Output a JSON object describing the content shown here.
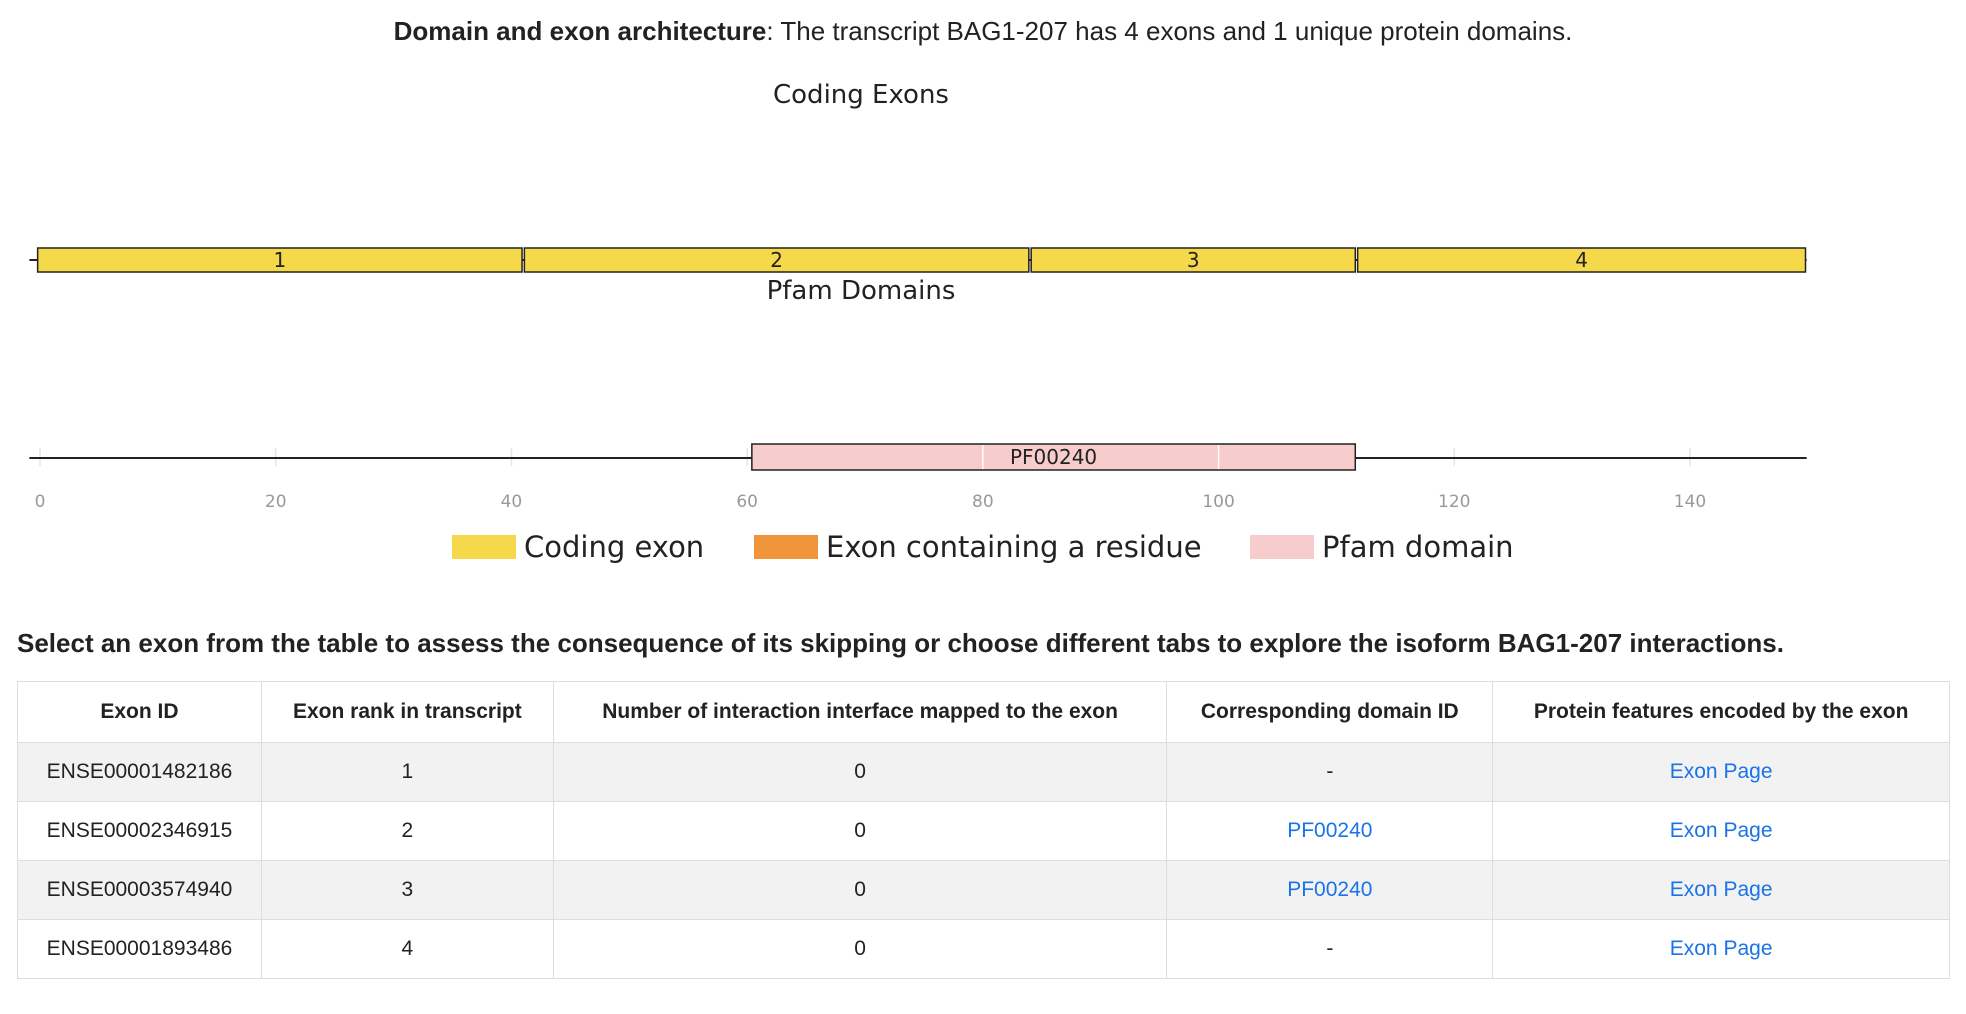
{
  "intro": {
    "bold": "Domain and exon architecture",
    "text": ": The transcript BAG1-207 has 4 exons and 1 unique protein domains."
  },
  "instruction": "Select an exon from the table to assess the consequence of its skipping or choose different tabs to explore the isoform BAG1-207 interactions.",
  "chart_data": [
    {
      "type": "bar",
      "title": "Coding Exons",
      "orientation": "horizontal-segments",
      "segments": [
        {
          "label": "1",
          "start": -0.2,
          "end": 40.9
        },
        {
          "label": "2",
          "start": 41.1,
          "end": 83.9
        },
        {
          "label": "3",
          "start": 84.1,
          "end": 111.6
        },
        {
          "label": "4",
          "start": 111.8,
          "end": 149.8
        }
      ],
      "xlim": [
        -0.9,
        149.9
      ],
      "color": "#f6d84b"
    },
    {
      "type": "bar",
      "title": "Pfam Domains",
      "orientation": "horizontal-segments",
      "segments": [
        {
          "label": "PF00240",
          "start": 60.4,
          "end": 111.6
        }
      ],
      "xlim": [
        -0.9,
        149.9
      ],
      "xticks": [
        0,
        20,
        40,
        60,
        80,
        100,
        120,
        140
      ],
      "color": "#f7cccc",
      "grid": true
    }
  ],
  "legend": [
    {
      "label": "Coding exon",
      "color": "#f6d84b"
    },
    {
      "label": "Exon containing a residue",
      "color": "#f0953a"
    },
    {
      "label": "Pfam domain",
      "color": "#f7cccc"
    }
  ],
  "table": {
    "headers": [
      "Exon ID",
      "Exon rank in transcript",
      "Number of interaction interface mapped to the exon",
      "Corresponding domain ID",
      "Protein features encoded by the exon"
    ],
    "rows": [
      {
        "exon_id": "ENSE00001482186",
        "rank": "1",
        "interfaces": "0",
        "domain": "-",
        "domain_link": false,
        "features": "Exon Page"
      },
      {
        "exon_id": "ENSE00002346915",
        "rank": "2",
        "interfaces": "0",
        "domain": "PF00240",
        "domain_link": true,
        "features": "Exon Page"
      },
      {
        "exon_id": "ENSE00003574940",
        "rank": "3",
        "interfaces": "0",
        "domain": "PF00240",
        "domain_link": true,
        "features": "Exon Page"
      },
      {
        "exon_id": "ENSE00001893486",
        "rank": "4",
        "interfaces": "0",
        "domain": "-",
        "domain_link": false,
        "features": "Exon Page"
      }
    ]
  }
}
